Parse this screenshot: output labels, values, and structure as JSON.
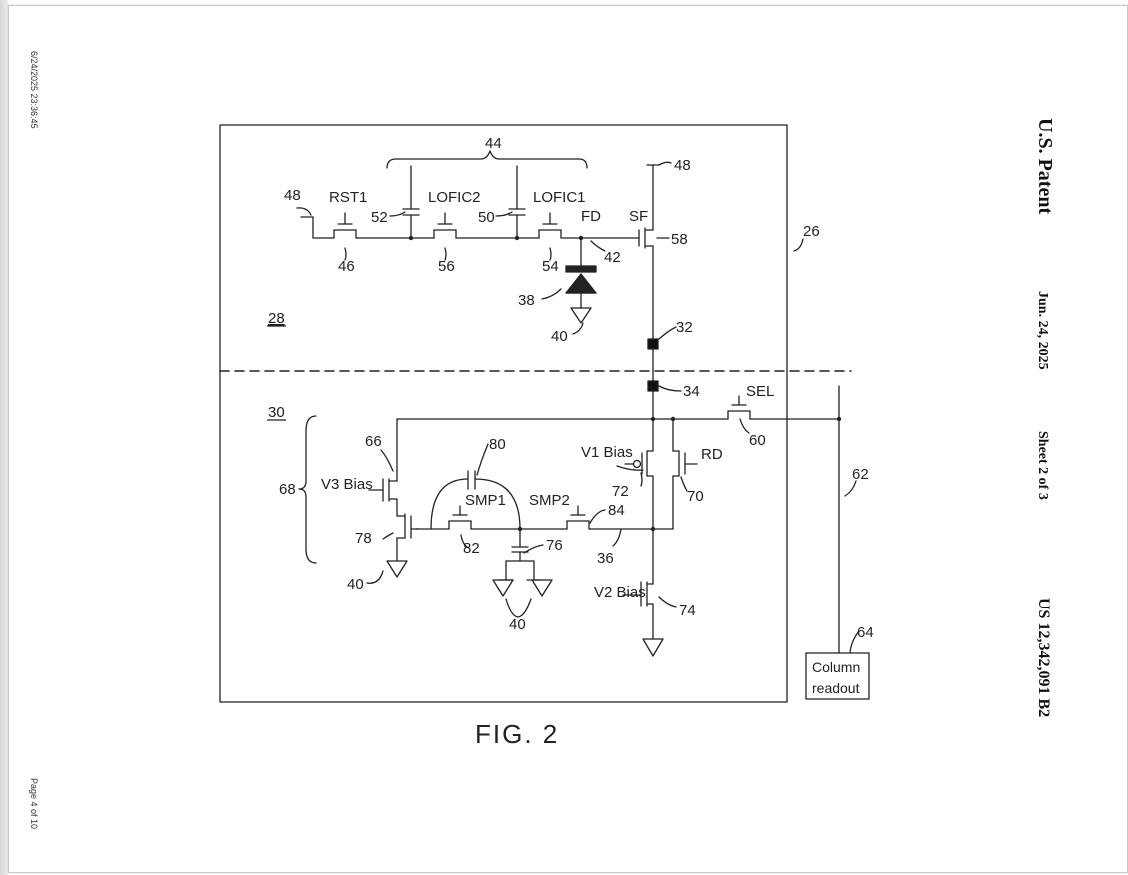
{
  "margin": {
    "timestamp": "6/24/2025 23:36:45",
    "page_info": "Page 4 of 10"
  },
  "header": {
    "patent_office": "U.S. Patent",
    "date": "Jun. 24, 2025",
    "sheet": "Sheet 2 of 3",
    "patent_number": "US 12,342,091 B2"
  },
  "figure": {
    "caption": "FIG. 2",
    "device_labels": {
      "rst1": "RST1",
      "lofic2": "LOFIC2",
      "lofic1": "LOFIC1",
      "fd": "FD",
      "sf": "SF",
      "sel": "SEL",
      "v1_bias": "V1 Bias",
      "rd": "RD",
      "v3_bias": "V3 Bias",
      "smp1": "SMP1",
      "smp2": "SMP2",
      "v2_bias": "V2 Bias",
      "column_readout_line1": "Column",
      "column_readout_line2": "readout"
    },
    "reference_numerals": {
      "n44": "44",
      "n48_left": "48",
      "n48_top": "48",
      "n52": "52",
      "n50": "50",
      "n46": "46",
      "n56": "56",
      "n54": "54",
      "n42": "42",
      "n58": "58",
      "n26": "26",
      "n38": "38",
      "n40_photodiode": "40",
      "n28": "28",
      "n32": "32",
      "n34": "34",
      "n30": "30",
      "n60": "60",
      "n66": "66",
      "n80": "80",
      "n68": "68",
      "n72": "72",
      "n70": "70",
      "n62": "62",
      "n78": "78",
      "n82": "82",
      "n84": "84",
      "n76": "76",
      "n36": "36",
      "n40_left": "40",
      "n40_bottom": "40",
      "n74": "74",
      "n64": "64"
    }
  }
}
